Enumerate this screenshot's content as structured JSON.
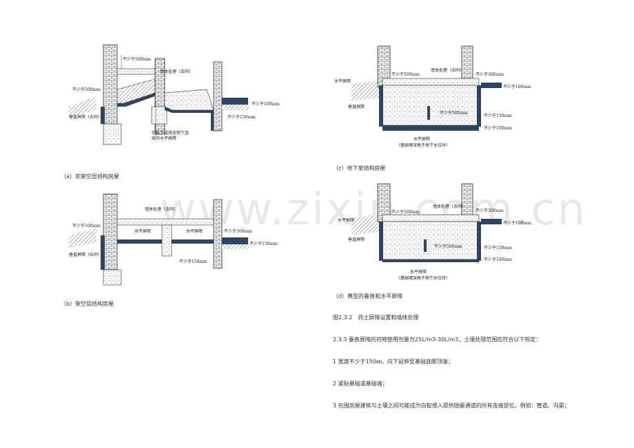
{
  "watermark": "www.zixin.com.cn",
  "figure_a": {
    "caption": "（a）非架空层结构房屋",
    "labels": {
      "min500_top": "不少于500mm",
      "wall_treat": "墙体处理（余同）",
      "min500_left": "不少于500mm",
      "min100": "不少于100mm",
      "min150": "不少于150mm",
      "vertical_barrier": "垂直屏障（右同）",
      "note_line1": "在板下或填充物下连",
      "note_line2": "续的水平屏障"
    }
  },
  "figure_b": {
    "caption": "（b）架空层结构房屋",
    "labels": {
      "wall_treat": "墙体处理（余同）",
      "min500_left": "不少于500mm",
      "horiz_barrier_1": "水平屏障",
      "horiz_barrier_2": "水平屏障",
      "min300": "不少于300mm",
      "min150_right": "不少于150mm",
      "vertical_barrier": "垂直屏障（右同）",
      "min150_bottom": "不少于150mm"
    }
  },
  "figure_c": {
    "caption": "（c）地下室结构房屋",
    "labels": {
      "min500_top": "不少于500mm",
      "wall_treat": "墙体处理（余同）",
      "min300": "不少于300mm",
      "horiz_barrier": "水平屏障",
      "min100_right": "不少于100mm",
      "vertical_barrier": "垂直屏障",
      "min500_mid": "不少于500mm",
      "min150": "不少于150mm",
      "min100_bottom": "不少于100mm",
      "bottom_barrier": "水平屏障",
      "bottom_note": "（基础埋深高于地下水位时）"
    }
  },
  "figure_d": {
    "caption": "（d）典型的垂直和水平屏障",
    "labels": {
      "wall_treat": "墙体处理（余同）",
      "min300": "不少于300mm",
      "min500_top": "不少于500mm",
      "horiz_barrier": "水平屏障",
      "min100_right": "不少于100mm",
      "vertical_barrier": "垂直屏障",
      "min500_mid": "不少于500mm",
      "min150": "不少于150mm",
      "min100_bottom": "不少于100mm",
      "bottom_barrier": "水平屏障",
      "bottom_note": "（基础埋深高于地下水位时）"
    }
  },
  "text": {
    "fig_title": "图2.3.2　药土屏障设置和墙体处理",
    "para": "2.3.3  垂直屏障的药物使用剂量为25L/m3-30L/m3，土壤处理范围应符合以下规定：",
    "item1": "1  宽度不少于150㎜，向下延伸至基础底脚顶端；",
    "item2": "2  紧贴基础或基础墙；",
    "item3": "3  包围房屋建筑与土壤之间可能成为白蚁侵入提供隐蔽通道的所有连接部位，例如：管道、沟渠；"
  }
}
